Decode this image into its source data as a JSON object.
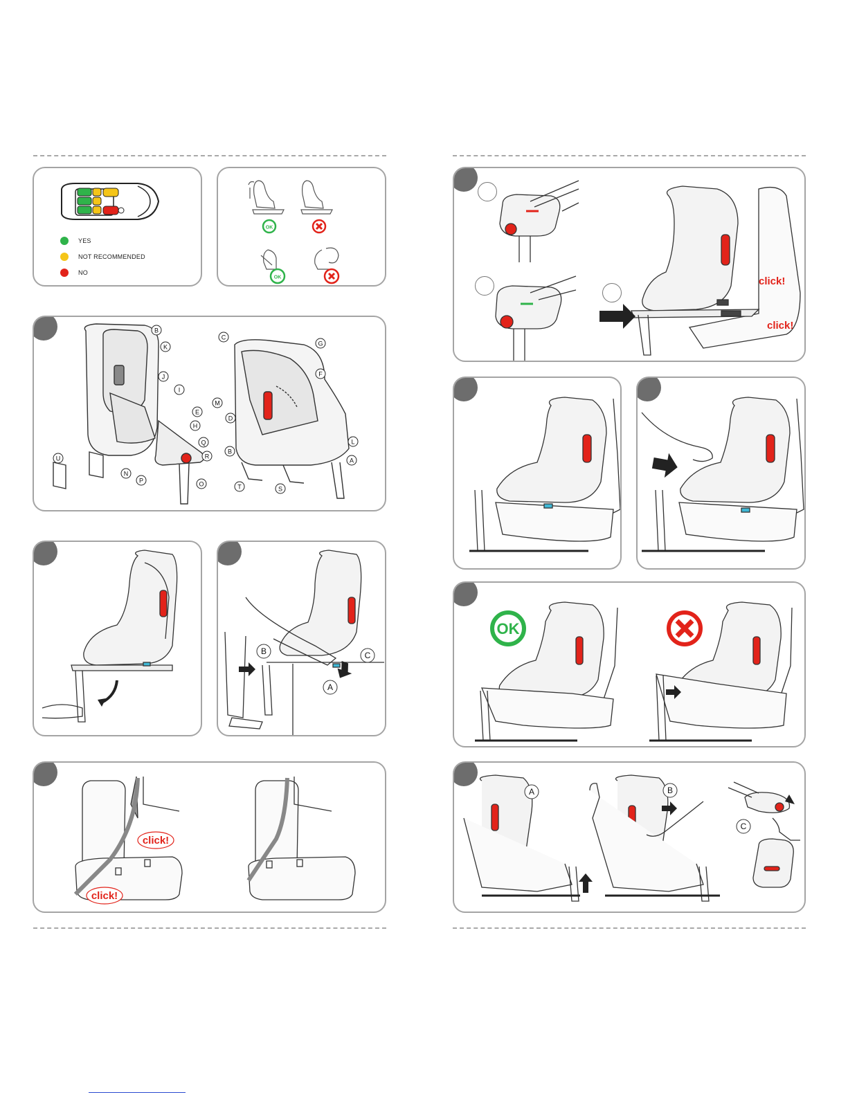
{
  "legend": {
    "items": [
      {
        "label": "YES",
        "color": "#2fb34a"
      },
      {
        "label": "NOT RECOMMENDED",
        "color": "#f5c518"
      },
      {
        "label": "NO",
        "color": "#e2231a"
      }
    ]
  },
  "badges": {
    "ok": "OK",
    "ok_color": "#2fb34a",
    "no_color": "#e2231a"
  },
  "parts": [
    "A",
    "B",
    "C",
    "D",
    "E",
    "F",
    "G",
    "H",
    "I",
    "J",
    "K",
    "L",
    "M",
    "N",
    "O",
    "P",
    "Q",
    "R",
    "S",
    "T",
    "U"
  ],
  "labels": {
    "click": "click!",
    "a": "A",
    "b": "B",
    "c": "C"
  },
  "colors": {
    "frame": "#a4a4a4",
    "step_circle": "#6d6d6d",
    "accent_red": "#e2231a",
    "accent_green": "#2fb34a",
    "accent_cyan": "#3fb8d6"
  }
}
